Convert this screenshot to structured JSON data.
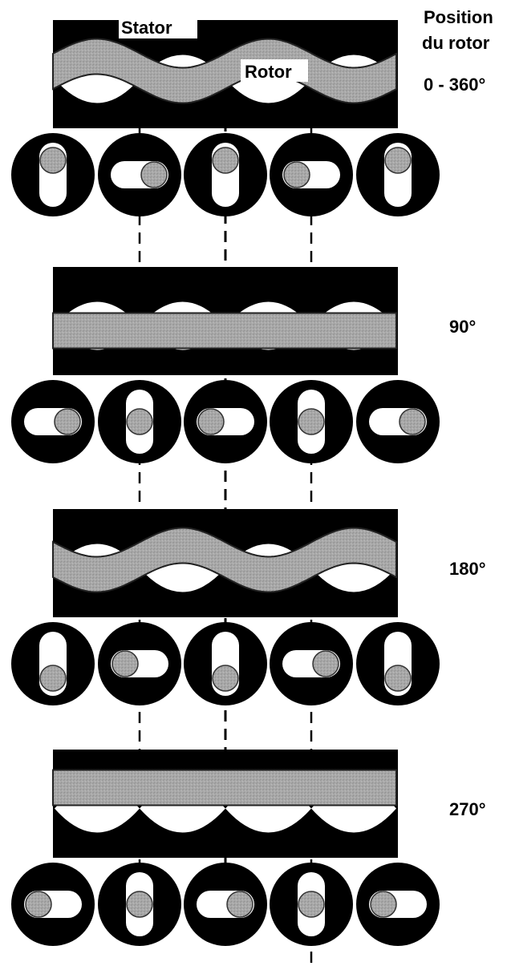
{
  "labels": {
    "stator": "Stator",
    "rotor": "Rotor",
    "position_line1": "Position",
    "position_line2": "du rotor"
  },
  "panels": [
    {
      "angle_label": "0 - 360°",
      "phase_deg": 0
    },
    {
      "angle_label": "90°",
      "phase_deg": 90
    },
    {
      "angle_label": "180°",
      "phase_deg": 180
    },
    {
      "angle_label": "270°",
      "phase_deg": 270
    }
  ],
  "colors": {
    "stator": "#000000",
    "rotor": "#a8a8a8",
    "cavity": "#ffffff",
    "guide": "#000000"
  }
}
